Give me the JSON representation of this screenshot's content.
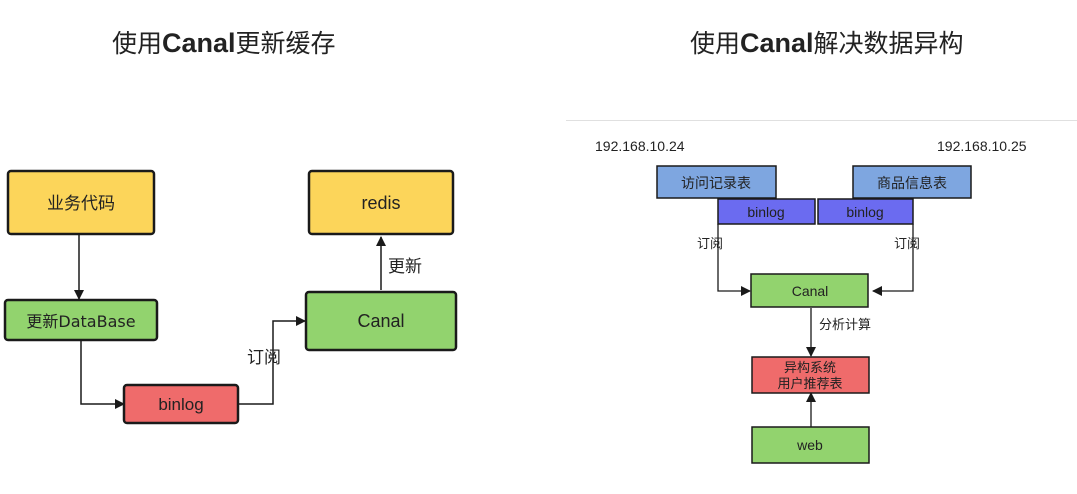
{
  "left": {
    "title_prefix": "使用",
    "title_bold": "Canal",
    "title_suffix": "更新缓存",
    "nodes": {
      "biz_code": "业务代码",
      "update_db": "更新DataBase",
      "binlog": "binlog",
      "canal": "Canal",
      "redis": "redis"
    },
    "edges": {
      "subscribe": "订阅",
      "update": "更新"
    }
  },
  "right": {
    "title_prefix": "使用",
    "title_bold": "Canal",
    "title_suffix": "解决数据异构",
    "ip_left": "192.168.10.24",
    "ip_right": "192.168.10.25",
    "nodes": {
      "visit_table": "访问记录表",
      "goods_table": "商品信息表",
      "binlog_left": "binlog",
      "binlog_right": "binlog",
      "canal": "Canal",
      "hetero_line1": "异构系统",
      "hetero_line2": "用户推荐表",
      "web": "web"
    },
    "edges": {
      "subscribe_left": "订阅",
      "subscribe_right": "订阅",
      "analyze": "分析计算"
    }
  },
  "colors": {
    "yellow": "#fcd55a",
    "green": "#92d36e",
    "red": "#ef6b6b",
    "blue_light": "#7ea6e0",
    "blue_purple": "#6b6bf0",
    "border": "#1a1a1a"
  }
}
